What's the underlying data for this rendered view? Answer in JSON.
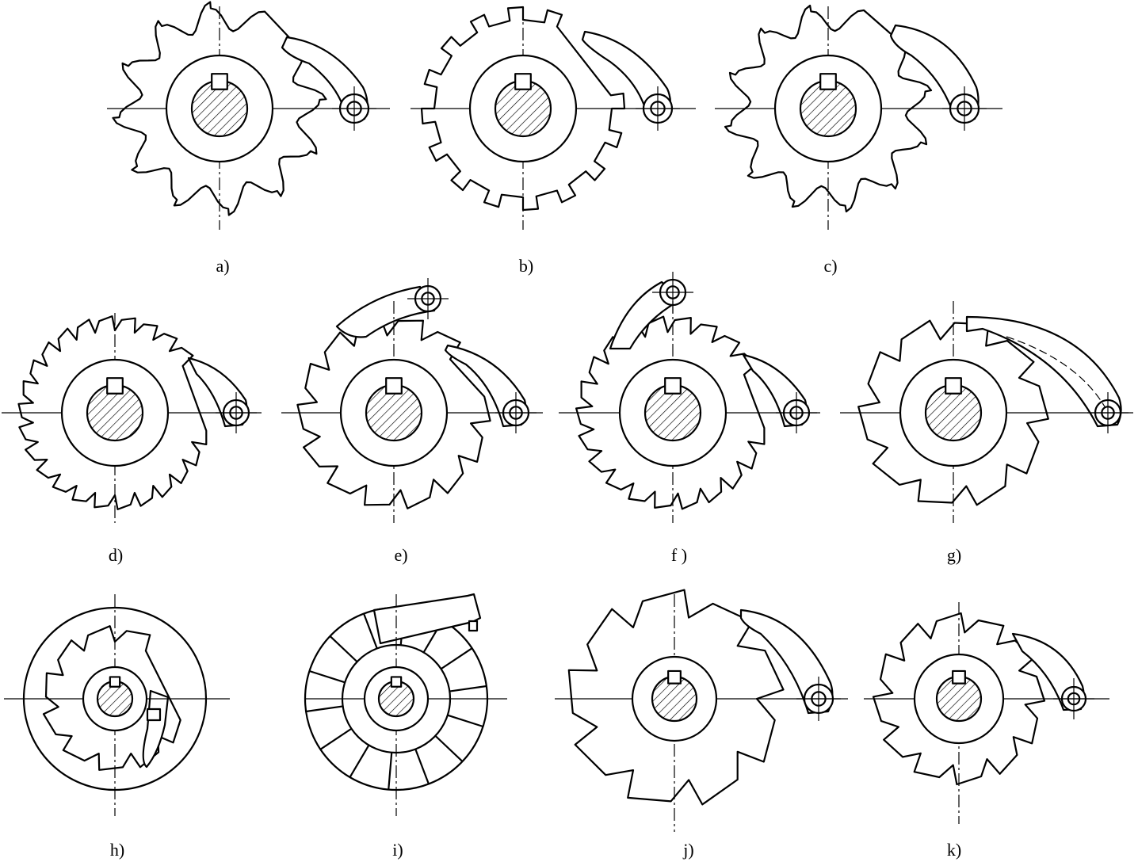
{
  "figures": [
    {
      "id": "a",
      "label": "a)"
    },
    {
      "id": "b",
      "label": "b)"
    },
    {
      "id": "c",
      "label": "c)"
    },
    {
      "id": "d",
      "label": "d)"
    },
    {
      "id": "e",
      "label": "e)"
    },
    {
      "id": "f",
      "label": "f )"
    },
    {
      "id": "g",
      "label": "g)"
    },
    {
      "id": "h",
      "label": "h)"
    },
    {
      "id": "i",
      "label": "i)"
    },
    {
      "id": "j",
      "label": "j)"
    },
    {
      "id": "k",
      "label": "k)"
    }
  ],
  "colors": {
    "line": "#000000",
    "background": "#ffffff"
  }
}
